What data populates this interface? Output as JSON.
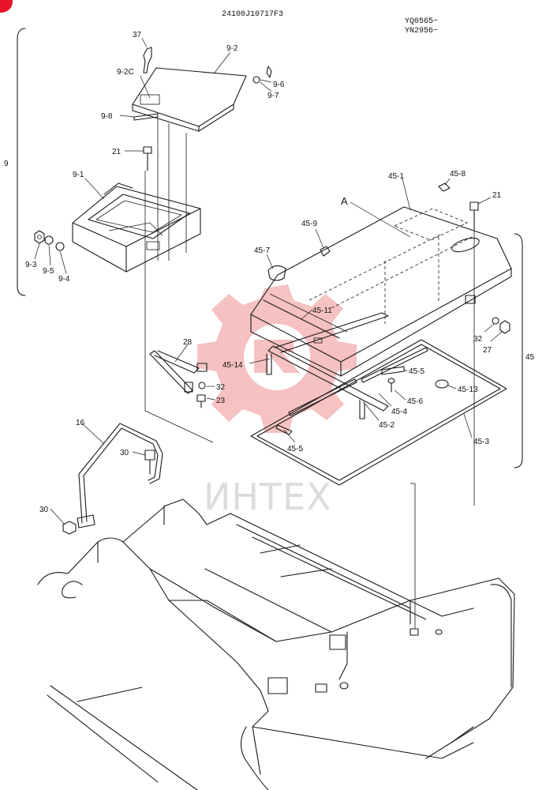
{
  "header": {
    "drawing_number": "24100J10717F3",
    "serial_range_1": "YQ0565~",
    "serial_range_2": "YN2956~"
  },
  "watermark": {
    "text": "ИНТЕХ",
    "logo_color": "#f4b7b7",
    "text_color": "#dcdcdc"
  },
  "corner_marker_color": "#e8132a",
  "groups": {
    "left": "9",
    "right": "45"
  },
  "view_label": "A",
  "callouts": {
    "c37": "37",
    "c9_2": "9-2",
    "c9_2c": "9-2C",
    "c9_6": "9-6",
    "c9_7": "9-7",
    "c9_8": "9-8",
    "c21a": "21",
    "c9_1": "9-1",
    "c9_3": "9-3",
    "c9_5": "9-5",
    "c9_4": "9-4",
    "c45_1": "45-1",
    "c45_8": "45-8",
    "c21b": "21",
    "c45_9": "45-9",
    "c45_7": "45-7",
    "c45_11": "45-11",
    "c32a": "32",
    "c27": "27",
    "c28": "28",
    "c45_14": "45-14",
    "c32b": "32",
    "c23": "23",
    "c45_5a": "45-5",
    "c45_6": "45-6",
    "c45_13": "45-13",
    "c45_4": "45-4",
    "c45_2": "45-2",
    "c45_5b": "45-5",
    "c45_3": "45-3",
    "c16": "16",
    "c30a": "30",
    "c30b": "30"
  }
}
